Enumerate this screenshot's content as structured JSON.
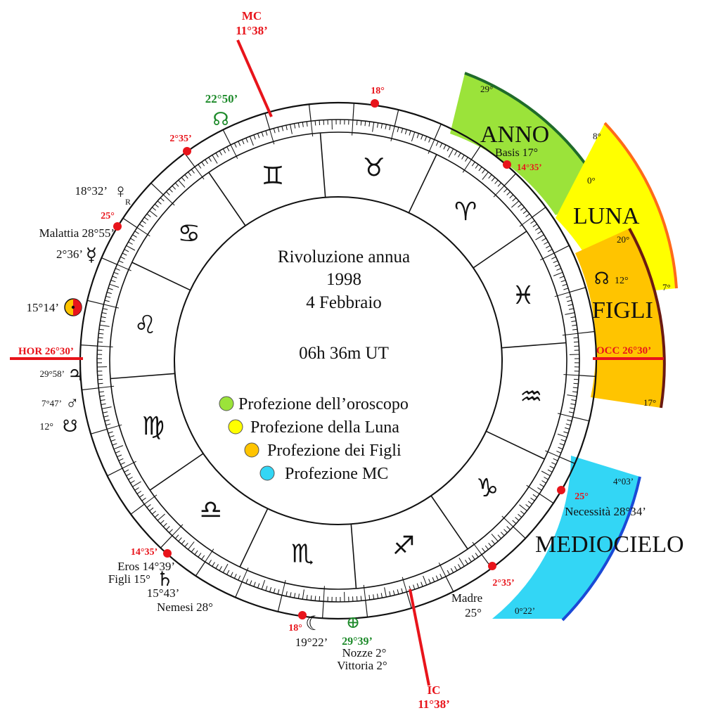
{
  "center": {
    "line1": "Rivoluzione annua",
    "line2": "1998",
    "line3": "4  Febbraio",
    "line4": "06h 36m UT"
  },
  "legend": [
    {
      "label": "Profezione dell’oroscopo",
      "color": "#9be33a"
    },
    {
      "label": "Profezione della Luna",
      "color": "#ffff00"
    },
    {
      "label": "Profezione dei Figli",
      "color": "#ffc400"
    },
    {
      "label": "Profezione MC",
      "color": "#33d6f5"
    }
  ],
  "axes": {
    "mc": {
      "name": "MC",
      "value": "11°38’"
    },
    "ic": {
      "name": "IC",
      "value": "11°38’"
    },
    "hor": "HOR 26°30’",
    "occ": "OCC 26°30’"
  },
  "profections": {
    "anno": {
      "label": "ANNO",
      "sub": "Basis 17°",
      "start": "29°",
      "end": "0°",
      "color": "#9be33a",
      "edge": "#1f6b2a"
    },
    "luna": {
      "label": "LUNA",
      "start": "8°",
      "end": "7°",
      "color": "#ffff00",
      "edge": "#ff6a1a"
    },
    "figli": {
      "label": "FIGLI",
      "start": "20°",
      "end": "17°",
      "node": "12°",
      "color": "#ffc400",
      "edge": "#6b1a12"
    },
    "mediocielo": {
      "label": "MEDIOCIELO",
      "start": "4°03’",
      "end": "0°22’",
      "color": "#33d6f5",
      "edge": "#1a4ad6"
    }
  },
  "labels": {
    "deg18top": "18°",
    "northnode": "22°50’",
    "cusp2_35top": "2°35’",
    "deg14_35": "14°35’",
    "venus": "18°32’",
    "venus_r": "R",
    "deg25left": "25°",
    "malattia": "Malattia 28°55’",
    "mercury": "2°36’",
    "sun": "15°14’",
    "jupiter": "29°58’",
    "mars": "7°47’",
    "southnode": "12°",
    "deg14_35b": "14°35’",
    "eros": "Eros 14°39’",
    "figli15": "Figli 15°",
    "saturn": "15°43’",
    "nemesi": "Nemesi 28°",
    "deg18b": "18°",
    "moon": "19°22’",
    "fortune": "29°39’",
    "nozze": "Nozze 2°",
    "vittoria": "Vittoria 2°",
    "madre": "Madre",
    "madre_deg": "25°",
    "deg2_35b": "2°35’",
    "deg25right": "25°",
    "necessita": "Necessità 28°34’"
  },
  "signs": [
    "♏",
    "♎",
    "♍",
    "♌",
    "♋",
    "♊",
    "♉",
    "♈",
    "♓",
    "♒",
    "♑",
    "♐"
  ],
  "glyphs": {
    "venus": "♀",
    "mercury": "☿",
    "jupiter": "♃",
    "mars": "♂",
    "southnode": "☋",
    "northnode": "☊",
    "saturn": "♄",
    "moon": "☾",
    "fortune": "⊕",
    "figli_node": "☊"
  }
}
